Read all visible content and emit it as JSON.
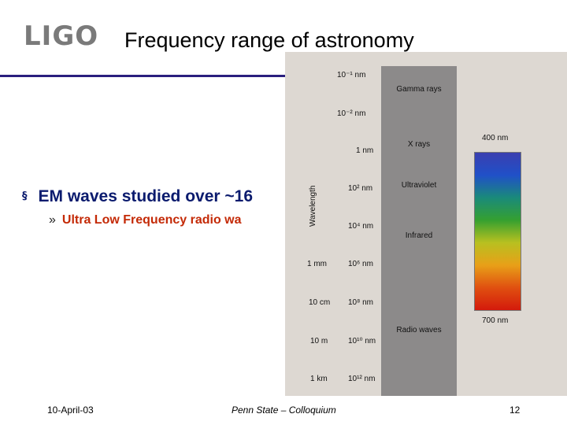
{
  "header": {
    "logo_text": "LIGO",
    "title": "Frequency range of astronomy"
  },
  "bullets": {
    "main_marker": "§",
    "main_text": "EM  waves studied over ~16",
    "sub_marker": "»",
    "sub_text": "Ultra Low Frequency radio wa"
  },
  "spectrum_image": {
    "band_labels": [
      "Gamma rays",
      "X rays",
      "Ultraviolet",
      "Infrared",
      "Radio waves"
    ],
    "axis_label": "Wavelength",
    "left_ticks": [
      "1 mm",
      "10 cm",
      "10 m",
      "1 km"
    ],
    "right_ticks": [
      "10⁻¹ nm",
      "10⁻² nm",
      "1 nm",
      "10² nm",
      "10⁴ nm",
      "10⁶ nm",
      "10⁸ nm",
      "10¹⁰ nm",
      "10¹² nm"
    ],
    "visible_top": "400 nm",
    "visible_bottom": "700 nm",
    "colors": {
      "bar_gray": "#8c8a8a",
      "visible_violet": "#3a3fb0",
      "visible_red": "#d41a0c"
    }
  },
  "footer": {
    "date": "10-April-03",
    "venue": "Penn State – Colloquium",
    "page": "12"
  },
  "colors": {
    "rule": "#2a1f7e",
    "main_bullet": "#0b1b6e",
    "sub_bullet": "#c42a07"
  }
}
